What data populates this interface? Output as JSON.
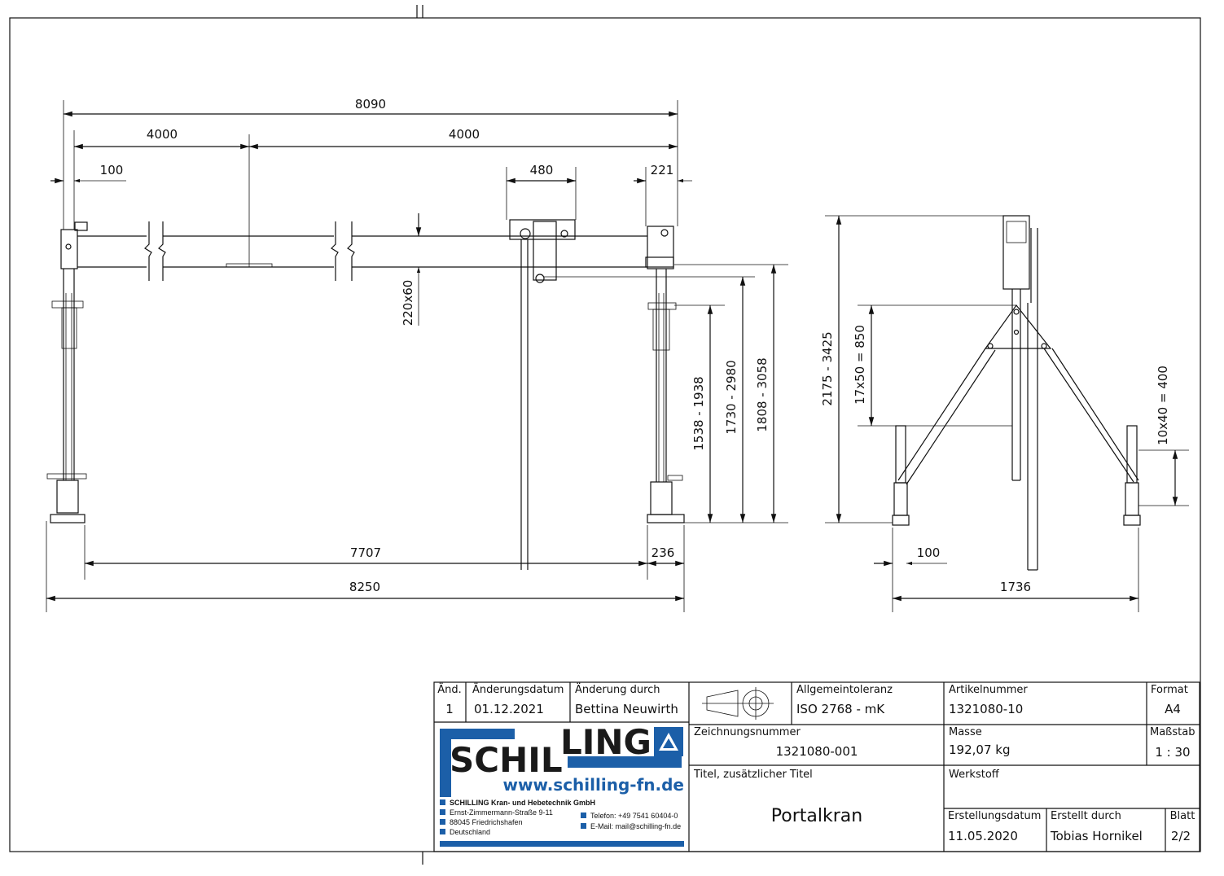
{
  "dimensions": {
    "d_8090": "8090",
    "d_4000_left": "4000",
    "d_4000_right": "4000",
    "d_100_top": "100",
    "d_480": "480",
    "d_221": "221",
    "d_220x60": "220x60",
    "d_1538_1938": "1538 - 1938",
    "d_1730_2980": "1730 - 2980",
    "d_1808_3058": "1808 - 3058",
    "d_7707": "7707",
    "d_236": "236",
    "d_8250": "8250",
    "d_2175_3425": "2175 - 3425",
    "d_17x50": "17x50 = 850",
    "d_10x40": "10x40 = 400",
    "d_100_side": "100",
    "d_1736": "1736"
  },
  "titleblock": {
    "rev_label": "Änd.",
    "rev_value": "1",
    "change_date_label": "Änderungsdatum",
    "change_date_value": "01.12.2021",
    "change_by_label": "Änderung durch",
    "change_by_value": "Bettina Neuwirth",
    "tolerance_label": "Allgemeintoleranz",
    "tolerance_value": "ISO 2768 - mK",
    "article_label": "Artikelnummer",
    "article_value": "1321080-10",
    "format_label": "Format",
    "format_value": "A4",
    "drawing_no_label": "Zeichnungsnummer",
    "drawing_no_value": "1321080-001",
    "mass_label": "Masse",
    "mass_value": "192,07 kg",
    "scale_label": "Maßstab",
    "scale_value": "1 : 30",
    "title_label": "Titel, zusätzlicher Titel",
    "title_value": "Portalkran",
    "material_label": "Werkstoff",
    "created_date_label": "Erstellungsdatum",
    "created_date_value": "11.05.2020",
    "created_by_label": "Erstellt durch",
    "created_by_value": "Tobias Hornikel",
    "sheet_label": "Blatt",
    "sheet_value": "2/2"
  },
  "logo": {
    "word_a": "SCHIL",
    "word_b": "LING",
    "url": "www.schilling-fn.de",
    "company": "SCHILLING Kran- und Hebetechnik GmbH",
    "street": "Ernst-Zimmermann-Straße 9-11",
    "city": "88045 Friedrichshafen",
    "country": "Deutschland",
    "phone": "Telefon: +49 7541 60404-0",
    "email": "E-Mail: mail@schilling-fn.de",
    "brand_color": "#1c5fa8"
  }
}
